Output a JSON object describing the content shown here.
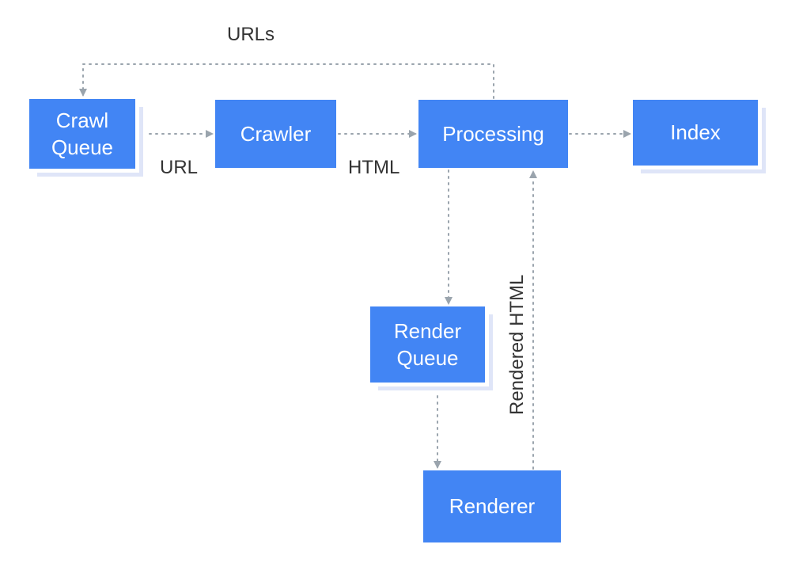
{
  "colors": {
    "node_fill": "#4285f4",
    "node_text": "#ffffff",
    "edge": "#9aa4ad",
    "label_text": "#333333",
    "stack_shadow": "#dfe5f8"
  },
  "nodes": {
    "crawl_queue": "Crawl\nQueue",
    "crawler": "Crawler",
    "processing": "Processing",
    "index": "Index",
    "render_queue": "Render\nQueue",
    "renderer": "Renderer"
  },
  "edge_labels": {
    "urls": "URLs",
    "url": "URL",
    "html": "HTML",
    "rendered_html": "Rendered HTML"
  }
}
